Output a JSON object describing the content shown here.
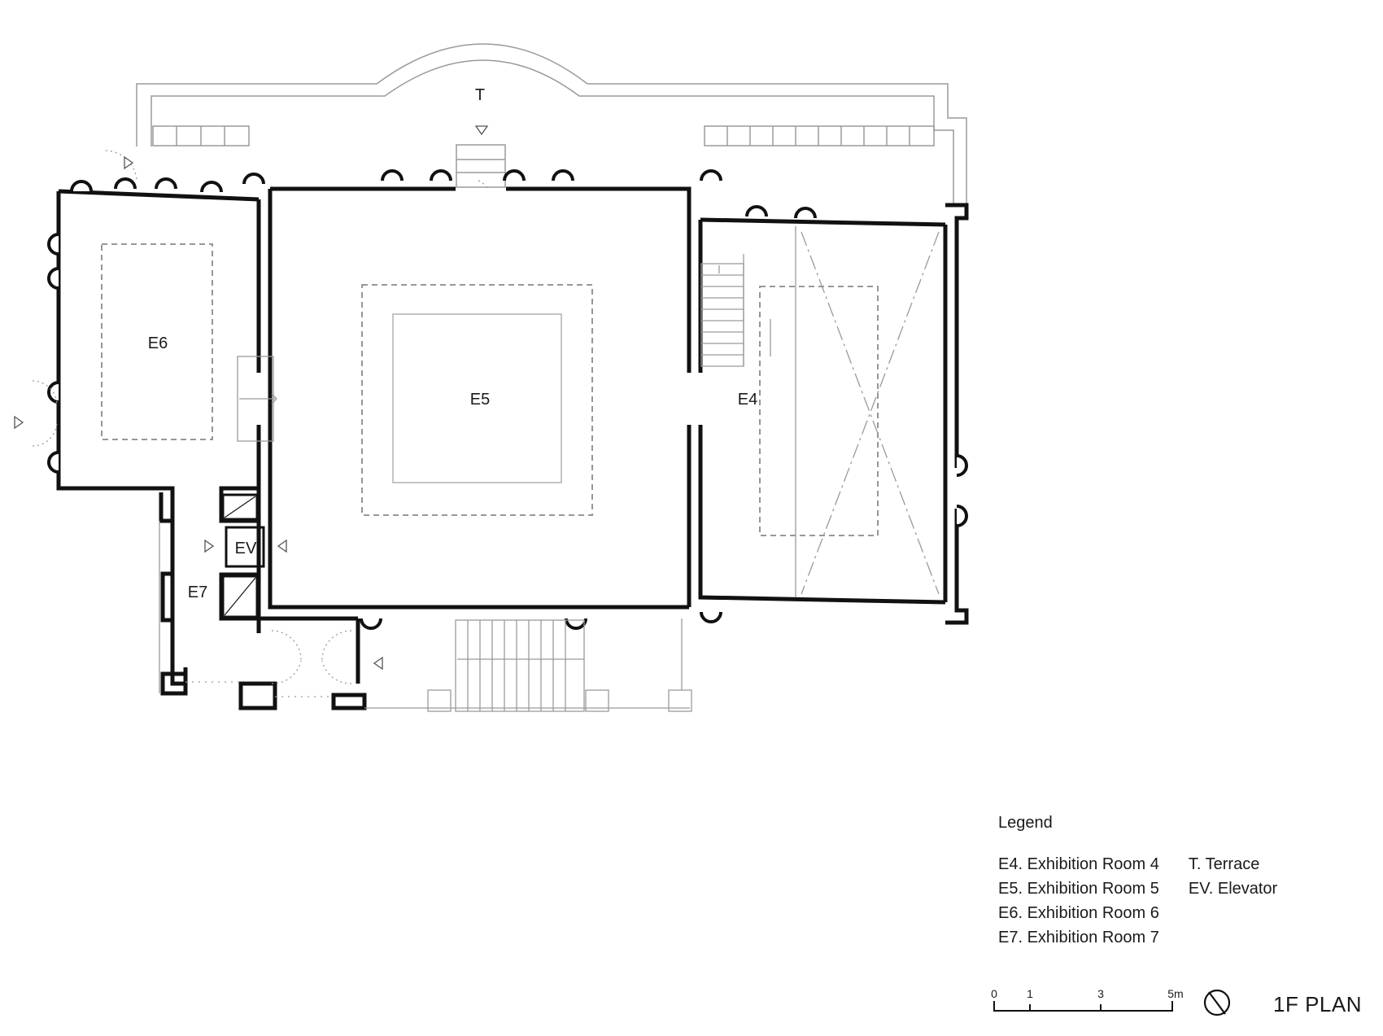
{
  "rooms": {
    "t": "T",
    "e6": "E6",
    "e5": "E5",
    "e4": "E4",
    "ev": "EV",
    "e7": "E7"
  },
  "legend": {
    "title": "Legend",
    "items_col1": [
      "E4. Exhibition Room 4",
      "E5. Exhibition Room 5",
      "E6. Exhibition Room 6",
      "E7. Exhibition Room 7"
    ],
    "items_col2": [
      "T. Terrace",
      "EV. Elevator"
    ]
  },
  "scale": {
    "ticks": [
      "0",
      "1",
      "3",
      "5m"
    ]
  },
  "plan_title": "1F PLAN",
  "colors": {
    "wall": "#111111",
    "thin_line": "#9a9a9a",
    "dashed": "#8a8a8a",
    "background": "#ffffff"
  }
}
